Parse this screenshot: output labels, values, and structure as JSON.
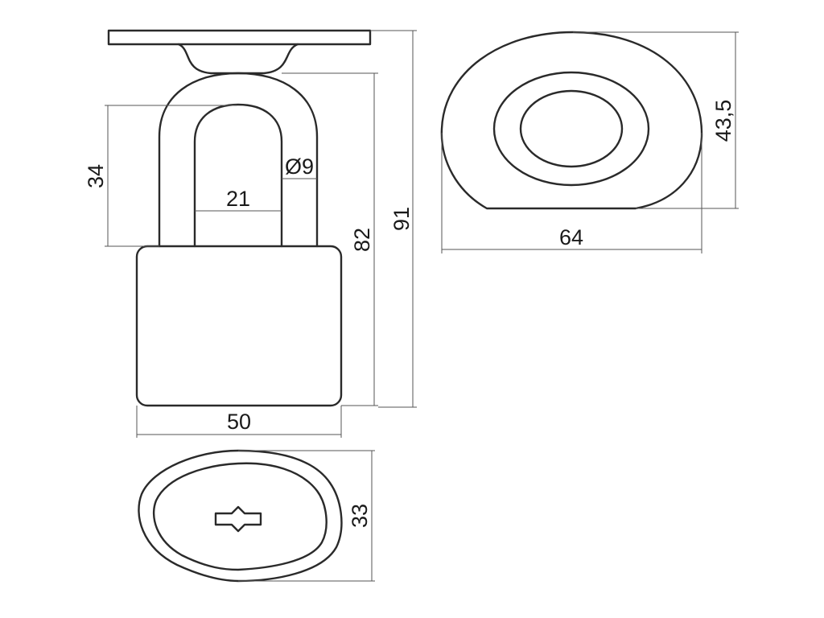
{
  "drawing": {
    "dimensions": {
      "shackle_clearance_height": "34",
      "shackle_diameter": "Ø9",
      "shackle_inner_width": "21",
      "body_width": "50",
      "height_with_shackle": "82",
      "total_height": "91",
      "body_depth": "33",
      "base_width": "64",
      "base_depth": "43,5"
    }
  }
}
